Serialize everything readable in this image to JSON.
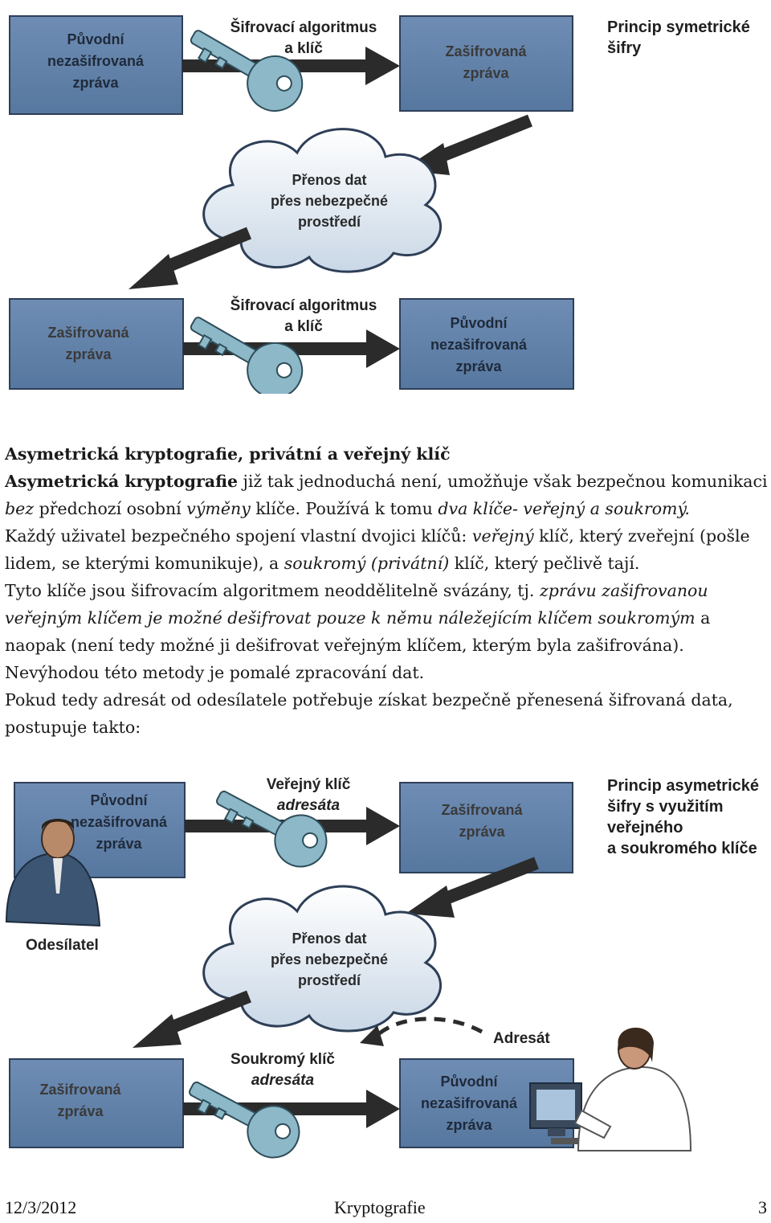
{
  "diagram_symmetric": {
    "title": [
      "Princip symetrické",
      "šifry"
    ],
    "box_original": [
      "Původní",
      "nezašifrovaná",
      "zpráva"
    ],
    "box_encrypted": [
      "Zašifrovaná",
      "zpráva"
    ],
    "key_caption_top": [
      "Šifrovací algoritmus",
      "a klíč"
    ],
    "cloud": [
      "Přenos dat",
      "přes nebezpečné",
      "prostředí"
    ],
    "box_encrypted_2": [
      "Zašifrovaná",
      "zpráva"
    ],
    "key_caption_bottom": [
      "Šifrovací algoritmus",
      "a klíč"
    ],
    "box_original_2": [
      "Původní",
      "nezašifrovaná",
      "zpráva"
    ]
  },
  "text": {
    "heading": "Asymetrická kryptografie, privátní a veřejný klíč",
    "p1": {
      "s1_bold": "Asymetrická kryptografie",
      "s2": " již tak jednoduchá není, umožňuje však bezpečnou komunikaci ",
      "s3_italic": "bez",
      "s4": " předchozí osobní ",
      "s5_italic": "výměny",
      "s6": " klíče. Používá k tomu ",
      "s7_italic": "dva klíče- veřejný a soukromý."
    },
    "p2": {
      "s1": "Každý uživatel bezpečného spojení vlastní dvojici klíčů: ",
      "s2_italic": "veřejný",
      "s3": " klíč, který zveřejní (pošle lidem, se kterými komunikuje), a ",
      "s4_italic": "soukromý (privátní)",
      "s5": " klíč, který pečlivě tají."
    },
    "p3": {
      "s1": "Tyto klíče jsou šifrovacím algoritmem neoddělitelně svázány, tj. ",
      "s2_italic": "zprávu zašifrovanou veřejným klíčem je možné dešifrovat pouze k němu náležejícím klíčem soukromým",
      "s3": " a naopak (není tedy možné ji dešifrovat veřejným klíčem, kterým byla zašifrována)."
    },
    "p4": "Nevýhodou této metody je pomalé zpracování dat.",
    "p5": "Pokud tedy adresát od odesílatele potřebuje získat bezpečně přenesená šifrovaná data, postupuje takto:"
  },
  "diagram_asymmetric": {
    "title": [
      "Princip asymetrické",
      "šifry s využitím",
      "veřejného",
      "a soukromého klíče"
    ],
    "box_original": [
      "Původní",
      "nezašifrovaná",
      "zpráva"
    ],
    "key_public": [
      "Veřejný klíč",
      "adresáta"
    ],
    "box_encrypted": [
      "Zašifrovaná",
      "zpráva"
    ],
    "sender_label": "Odesílatel",
    "cloud": [
      "Přenos dat",
      "přes nebezpečné",
      "prostředí"
    ],
    "receiver_label": "Adresát",
    "key_private": [
      "Soukromý klíč",
      "adresáta"
    ],
    "box_encrypted_2": [
      "Zašifrovaná",
      "zpráva"
    ],
    "box_original_2": [
      "Původní",
      "nezašifrovaná",
      "zpráva"
    ]
  },
  "footer": {
    "date": "12/3/2012",
    "title": "Kryptografie",
    "page": "3"
  },
  "colors": {
    "box_fill": "#5f7fa8",
    "box_fill_light": "#7f9cc0",
    "key_fill": "#8cb8c8",
    "arrow": "#2b2b2b",
    "cloud_fill": "#dde7f0"
  }
}
